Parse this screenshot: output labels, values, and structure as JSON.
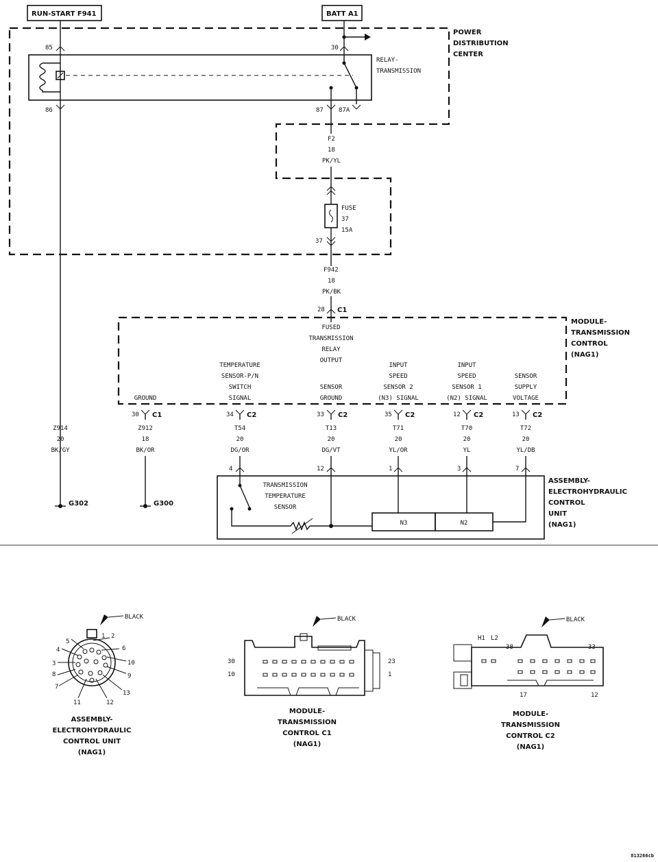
{
  "top_labels": {
    "run_start": "RUN-START F941",
    "batt": "BATT A1"
  },
  "pdc": {
    "title_lines": [
      "POWER",
      "DISTRIBUTION",
      "CENTER"
    ],
    "relay_lines": [
      "RELAY-",
      "TRANSMISSION"
    ],
    "pins": {
      "p85": "85",
      "p86": "86",
      "p30": "30",
      "p87": "87",
      "p87a": "87A",
      "p37": "37"
    }
  },
  "wire_f2": [
    "F2",
    "18",
    "PK/YL"
  ],
  "fuse": [
    "FUSE",
    "37",
    "15A"
  ],
  "wire_f942": [
    "F942",
    "18",
    "PK/BK"
  ],
  "tcm_conn": {
    "pin": "28",
    "conn": "C1"
  },
  "tcm": {
    "title_lines": [
      "MODULE-",
      "TRANSMISSION",
      "CONTROL",
      "(NAG1)"
    ],
    "fused_output": [
      "FUSED",
      "TRANSMISSION",
      "RELAY",
      "OUTPUT"
    ],
    "col_ground": [
      "GROUND"
    ],
    "col_temp": [
      "TEMPERATURE",
      "SENSOR-P/N",
      "SWITCH",
      "SIGNAL"
    ],
    "col_sensor_ground": [
      "SENSOR",
      "GROUND"
    ],
    "col_n3": [
      "INPUT",
      "SPEED",
      "SENSOR 2",
      "(N3) SIGNAL"
    ],
    "col_n2": [
      "INPUT",
      "SPEED",
      "SENSOR 1",
      "(N2) SIGNAL"
    ],
    "col_supply": [
      "SENSOR",
      "SUPPLY",
      "VOLTAGE"
    ]
  },
  "tcm_pins": [
    {
      "pin": "30",
      "conn": "C1"
    },
    {
      "pin": "34",
      "conn": "C2"
    },
    {
      "pin": "33",
      "conn": "C2"
    },
    {
      "pin": "35",
      "conn": "C2"
    },
    {
      "pin": "12",
      "conn": "C2"
    },
    {
      "pin": "13",
      "conn": "C2"
    }
  ],
  "wires": {
    "z914": [
      "Z914",
      "20",
      "BK/GY"
    ],
    "z912": [
      "Z912",
      "18",
      "BK/OR"
    ],
    "t54": [
      "T54",
      "20",
      "DG/OR"
    ],
    "t13": [
      "T13",
      "20",
      "DG/VT"
    ],
    "t71": [
      "T71",
      "20",
      "YL/OR"
    ],
    "t70": [
      "T70",
      "20",
      "YL"
    ],
    "t72": [
      "T72",
      "20",
      "YL/DB"
    ]
  },
  "grounds": {
    "g302": "G302",
    "g300": "G300"
  },
  "ehcu_pins": [
    "4",
    "12",
    "1",
    "3",
    "7"
  ],
  "ehcu": {
    "title_lines": [
      "ASSEMBLY-",
      "ELECTROHYDRAULIC",
      "CONTROL",
      "UNIT",
      "(NAG1)"
    ],
    "sensor_lines": [
      "TRANSMISSION",
      "TEMPERATURE",
      "SENSOR"
    ],
    "n3": "N3",
    "n2": "N2"
  },
  "connectors": {
    "round": {
      "color": "BLACK",
      "pins": [
        "1",
        "2",
        "3",
        "4",
        "5",
        "6",
        "7",
        "8",
        "9",
        "10",
        "11",
        "12",
        "13"
      ],
      "caption": [
        "ASSEMBLY-",
        "ELECTROHYDRAULIC",
        "CONTROL UNIT",
        "(NAG1)"
      ]
    },
    "c1": {
      "color": "BLACK",
      "pins": [
        "30",
        "10",
        "23",
        "1"
      ],
      "caption": [
        "MODULE-",
        "TRANSMISSION",
        "CONTROL C1",
        "(NAG1)"
      ]
    },
    "c2": {
      "color": "BLACK",
      "pins": [
        "H1",
        "L2",
        "38",
        "33",
        "17",
        "12"
      ],
      "caption": [
        "MODULE-",
        "TRANSMISSION",
        "CONTROL C2",
        "(NAG1)"
      ]
    }
  },
  "figure_code": "813266cb"
}
